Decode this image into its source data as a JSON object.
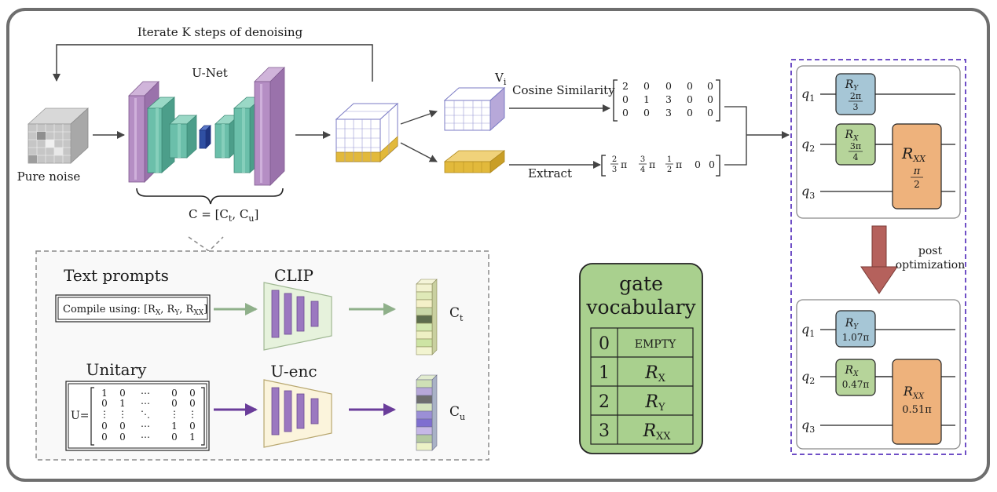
{
  "top": {
    "loop_label": "Iterate K steps of denoising",
    "unet_label": "U-Net",
    "noise_label": "Pure noise",
    "condition_label": "C = [C",
    "condition_sub_t": "t",
    "condition_sep": ", C",
    "condition_sub_u": "u",
    "condition_end": "]",
    "vi_label": "V",
    "vi_sub": "i",
    "cosine_label": "Cosine Similarity",
    "extract_label": "Extract"
  },
  "gate_matrix": [
    [
      "2",
      "0",
      "0",
      "0",
      "0"
    ],
    [
      "0",
      "1",
      "3",
      "0",
      "0"
    ],
    [
      "0",
      "0",
      "3",
      "0",
      "0"
    ]
  ],
  "param_vector": {
    "p1": {
      "num": "2",
      "den": "3"
    },
    "p2": {
      "num": "3",
      "den": "4"
    },
    "p3": {
      "num": "1",
      "den": "2"
    },
    "pi": "π",
    "zero1": "0",
    "zero2": "0"
  },
  "encoder": {
    "text_prompts_title": "Text prompts",
    "prompt_prefix": "Compile using: [R",
    "prompt_sub_x": "X",
    "prompt_sep1": ", R",
    "prompt_sub_y": "Y",
    "prompt_sep2": ", R",
    "prompt_sub_xx": "XX",
    "prompt_end": "]",
    "clip_label": "CLIP",
    "ct_label": "C",
    "ct_sub": "t",
    "unitary_title": "Unitary",
    "u_eq": "U=",
    "unitary_rows": [
      [
        "1",
        "0",
        "⋯",
        "0",
        "0"
      ],
      [
        "0",
        "1",
        "⋯",
        "0",
        "0"
      ],
      [
        "⋮",
        "⋮",
        "⋱",
        "⋮",
        "⋮"
      ],
      [
        "0",
        "0",
        "⋯",
        "1",
        "0"
      ],
      [
        "0",
        "0",
        "⋯",
        "0",
        "1"
      ]
    ],
    "uenc_label": "U-enc",
    "cu_label": "C",
    "cu_sub": "u"
  },
  "vocabulary": {
    "title_line1": "gate",
    "title_line2": "vocabulary",
    "rows": [
      {
        "index": "0",
        "gate": "EMPTY"
      },
      {
        "index": "1",
        "gate": "R",
        "sub": "X"
      },
      {
        "index": "2",
        "gate": "R",
        "sub": "Y"
      },
      {
        "index": "3",
        "gate": "R",
        "sub": "XX"
      }
    ]
  },
  "circuit_before": {
    "qubits": [
      "q",
      "q",
      "q"
    ],
    "qubit_subs": [
      "1",
      "2",
      "3"
    ],
    "ry": {
      "name": "R",
      "sub": "Y",
      "num": "2π",
      "den": "3"
    },
    "rx": {
      "name": "R",
      "sub": "X",
      "num": "3π",
      "den": "4"
    },
    "rxx": {
      "name": "R",
      "sub": "XX",
      "num": "π",
      "den": "2"
    }
  },
  "post_opt_line1": "post",
  "post_opt_line2": "optimization",
  "circuit_after": {
    "qubits": [
      "q",
      "q",
      "q"
    ],
    "qubit_subs": [
      "1",
      "2",
      "3"
    ],
    "ry": {
      "name": "R",
      "sub": "Y",
      "value": "1.07π"
    },
    "rx": {
      "name": "R",
      "sub": "X",
      "value": "0.47π"
    },
    "rxx": {
      "name": "R",
      "sub": "XX",
      "value": "0.51π"
    }
  },
  "colors": {
    "unet_purple": "#b58ec4",
    "unet_teal": "#6bbfaa",
    "unet_blue": "#2f4fa3",
    "gold": "#e2b93b",
    "vec_purple": "#b7a8d9",
    "green_arrow": "#8fb08a",
    "purple_arrow": "#6a3d9a",
    "ry_box": "#a6c6d6",
    "rx_box": "#b6d49a",
    "rxx_box": "#eeb27c",
    "vocab_bg": "#a9d08e",
    "post_arrow": "#b5615c",
    "dashed_purple": "#6f4fc6"
  }
}
